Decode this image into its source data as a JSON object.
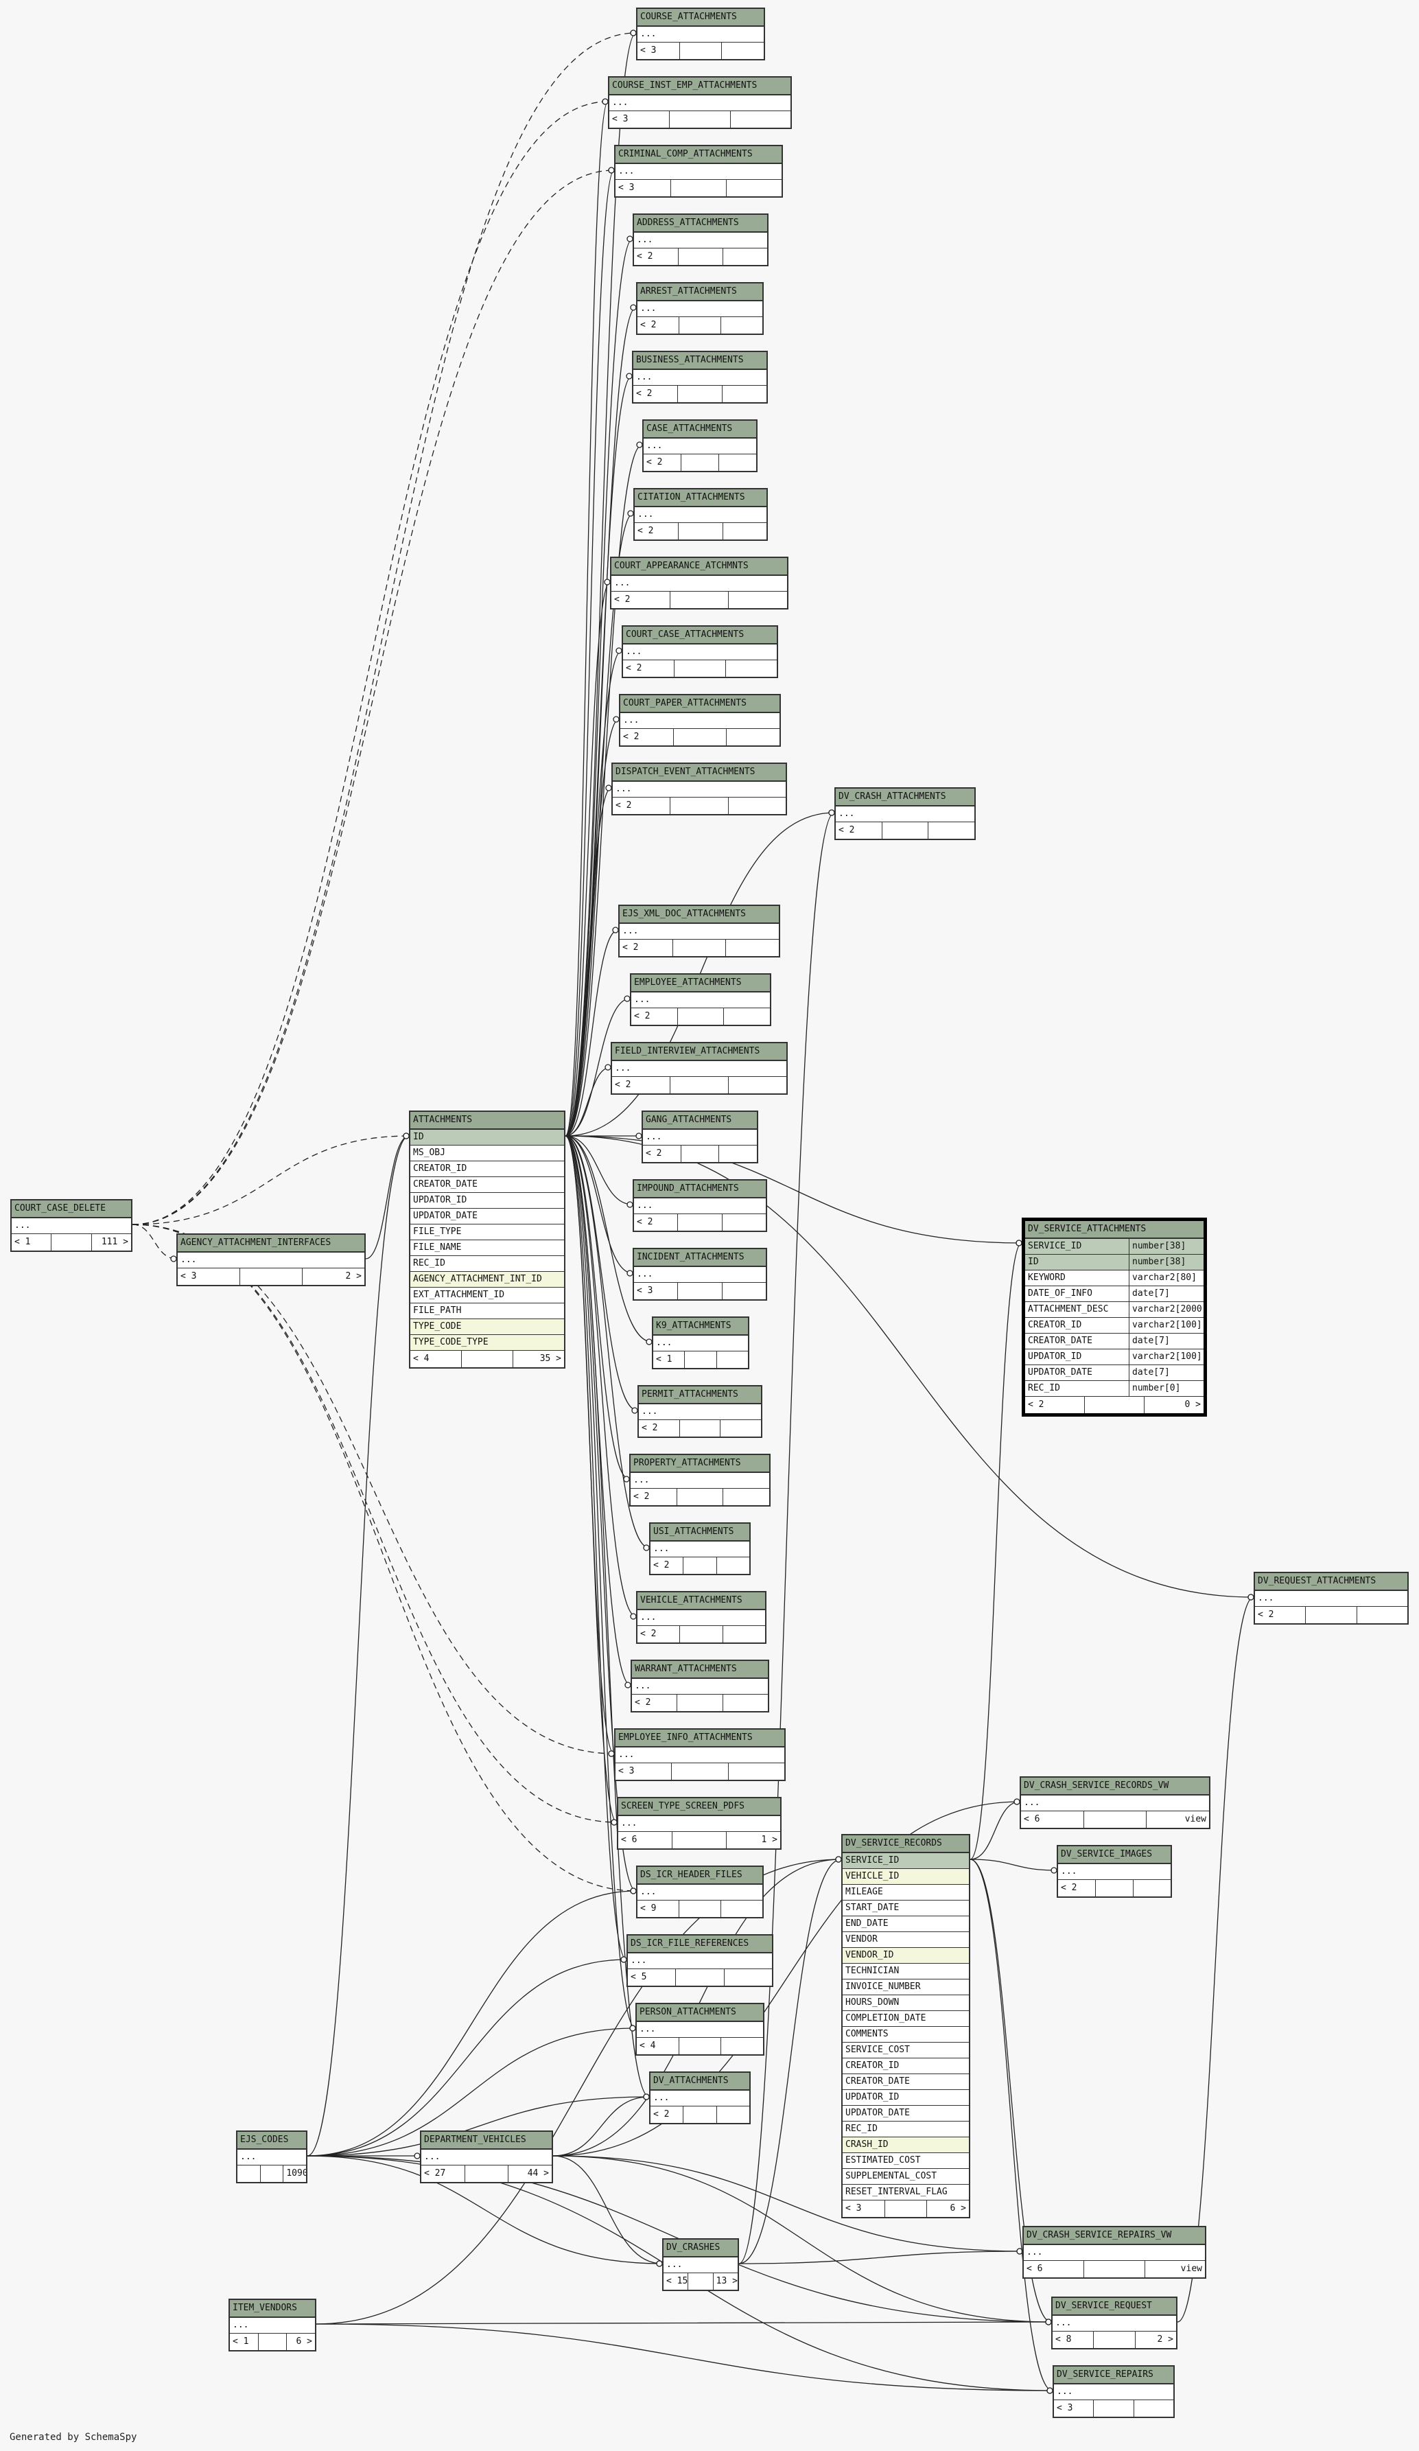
{
  "generated_by": "Generated by SchemaSpy",
  "tables": [
    {
      "name": "COURSE_ATTACHMENTS",
      "rows": [
        "..."
      ],
      "footer": [
        "< 3",
        "",
        ""
      ]
    },
    {
      "name": "COURSE_INST_EMP_ATTACHMENTS",
      "rows": [
        "..."
      ],
      "footer": [
        "< 3",
        "",
        ""
      ]
    },
    {
      "name": "CRIMINAL_COMP_ATTACHMENTS",
      "rows": [
        "..."
      ],
      "footer": [
        "< 3",
        "",
        ""
      ]
    },
    {
      "name": "ADDRESS_ATTACHMENTS",
      "rows": [
        "..."
      ],
      "footer": [
        "< 2",
        "",
        ""
      ]
    },
    {
      "name": "ARREST_ATTACHMENTS",
      "rows": [
        "..."
      ],
      "footer": [
        "< 2",
        "",
        ""
      ]
    },
    {
      "name": "BUSINESS_ATTACHMENTS",
      "rows": [
        "..."
      ],
      "footer": [
        "< 2",
        "",
        ""
      ]
    },
    {
      "name": "CASE_ATTACHMENTS",
      "rows": [
        "..."
      ],
      "footer": [
        "< 2",
        "",
        ""
      ]
    },
    {
      "name": "CITATION_ATTACHMENTS",
      "rows": [
        "..."
      ],
      "footer": [
        "< 2",
        "",
        ""
      ]
    },
    {
      "name": "COURT_APPEARANCE_ATCHMNTS",
      "rows": [
        "..."
      ],
      "footer": [
        "< 2",
        "",
        ""
      ]
    },
    {
      "name": "COURT_CASE_ATTACHMENTS",
      "rows": [
        "..."
      ],
      "footer": [
        "< 2",
        "",
        ""
      ]
    },
    {
      "name": "COURT_PAPER_ATTACHMENTS",
      "rows": [
        "..."
      ],
      "footer": [
        "< 2",
        "",
        ""
      ]
    },
    {
      "name": "DISPATCH_EVENT_ATTACHMENTS",
      "rows": [
        "..."
      ],
      "footer": [
        "< 2",
        "",
        ""
      ]
    },
    {
      "name": "DV_CRASH_ATTACHMENTS",
      "rows": [
        "..."
      ],
      "footer": [
        "< 2",
        "",
        ""
      ]
    },
    {
      "name": "EJS_XML_DOC_ATTACHMENTS",
      "rows": [
        "..."
      ],
      "footer": [
        "< 2",
        "",
        ""
      ]
    },
    {
      "name": "EMPLOYEE_ATTACHMENTS",
      "rows": [
        "..."
      ],
      "footer": [
        "< 2",
        "",
        ""
      ]
    },
    {
      "name": "FIELD_INTERVIEW_ATTACHMENTS",
      "rows": [
        "..."
      ],
      "footer": [
        "< 2",
        "",
        ""
      ]
    },
    {
      "name": "GANG_ATTACHMENTS",
      "rows": [
        "..."
      ],
      "footer": [
        "< 2",
        "",
        ""
      ]
    },
    {
      "name": "IMPOUND_ATTACHMENTS",
      "rows": [
        "..."
      ],
      "footer": [
        "< 2",
        "",
        ""
      ]
    },
    {
      "name": "INCIDENT_ATTACHMENTS",
      "rows": [
        "..."
      ],
      "footer": [
        "< 3",
        "",
        ""
      ]
    },
    {
      "name": "K9_ATTACHMENTS",
      "rows": [
        "..."
      ],
      "footer": [
        "< 1",
        "",
        ""
      ]
    },
    {
      "name": "PERMIT_ATTACHMENTS",
      "rows": [
        "..."
      ],
      "footer": [
        "< 2",
        "",
        ""
      ]
    },
    {
      "name": "PROPERTY_ATTACHMENTS",
      "rows": [
        "..."
      ],
      "footer": [
        "< 2",
        "",
        ""
      ]
    },
    {
      "name": "USI_ATTACHMENTS",
      "rows": [
        "..."
      ],
      "footer": [
        "< 2",
        "",
        ""
      ]
    },
    {
      "name": "VEHICLE_ATTACHMENTS",
      "rows": [
        "..."
      ],
      "footer": [
        "< 2",
        "",
        ""
      ]
    },
    {
      "name": "WARRANT_ATTACHMENTS",
      "rows": [
        "..."
      ],
      "footer": [
        "< 2",
        "",
        ""
      ]
    },
    {
      "name": "EMPLOYEE_INFO_ATTACHMENTS",
      "rows": [
        "..."
      ],
      "footer": [
        "< 3",
        "",
        ""
      ]
    },
    {
      "name": "SCREEN_TYPE_SCREEN_PDFS",
      "rows": [
        "..."
      ],
      "footer": [
        "< 6",
        "",
        "1 >"
      ]
    },
    {
      "name": "DS_ICR_HEADER_FILES",
      "rows": [
        "..."
      ],
      "footer": [
        "< 9",
        "",
        ""
      ]
    },
    {
      "name": "DS_ICR_FILE_REFERENCES",
      "rows": [
        "..."
      ],
      "footer": [
        "< 5",
        "",
        ""
      ]
    },
    {
      "name": "PERSON_ATTACHMENTS",
      "rows": [
        "..."
      ],
      "footer": [
        "< 4",
        "",
        ""
      ]
    },
    {
      "name": "DV_ATTACHMENTS",
      "rows": [
        "..."
      ],
      "footer": [
        "< 2",
        "",
        ""
      ]
    },
    {
      "name": "ATTACHMENTS",
      "rows": [
        {
          "t": "ID",
          "k": "pk"
        },
        {
          "t": "MS_OBJ"
        },
        {
          "t": "CREATOR_ID"
        },
        {
          "t": "CREATOR_DATE"
        },
        {
          "t": "UPDATOR_ID"
        },
        {
          "t": "UPDATOR_DATE"
        },
        {
          "t": "FILE_TYPE"
        },
        {
          "t": "FILE_NAME"
        },
        {
          "t": "REC_ID"
        },
        {
          "t": "AGENCY_ATTACHMENT_INT_ID",
          "k": "fk"
        },
        {
          "t": "EXT_ATTACHMENT_ID"
        },
        {
          "t": "FILE_PATH"
        },
        {
          "t": "TYPE_CODE",
          "k": "fk"
        },
        {
          "t": "TYPE_CODE_TYPE",
          "k": "fk"
        }
      ],
      "footer": [
        "< 4",
        "",
        "35 >"
      ]
    },
    {
      "name": "COURT_CASE_DELETE",
      "rows": [
        "..."
      ],
      "footer": [
        "< 1",
        "",
        "111 >"
      ]
    },
    {
      "name": "AGENCY_ATTACHMENT_INTERFACES",
      "rows": [
        "..."
      ],
      "footer": [
        "< 3",
        "",
        "2 >"
      ]
    },
    {
      "name": "DV_SERVICE_ATTACHMENTS",
      "rows": [
        {
          "t": "SERVICE_ID",
          "k": "pk",
          "d": "number[38]"
        },
        {
          "t": "ID",
          "k": "pk",
          "d": "number[38]"
        },
        {
          "t": "KEYWORD",
          "d": "varchar2[80]"
        },
        {
          "t": "DATE_OF_INFO",
          "d": "date[7]"
        },
        {
          "t": "ATTACHMENT_DESC",
          "d": "varchar2[2000]"
        },
        {
          "t": "CREATOR_ID",
          "d": "varchar2[100]"
        },
        {
          "t": "CREATOR_DATE",
          "d": "date[7]"
        },
        {
          "t": "UPDATOR_ID",
          "d": "varchar2[100]"
        },
        {
          "t": "UPDATOR_DATE",
          "d": "date[7]"
        },
        {
          "t": "REC_ID",
          "d": "number[0]"
        }
      ],
      "footer": [
        "< 2",
        "",
        "0 >"
      ]
    },
    {
      "name": "DV_REQUEST_ATTACHMENTS",
      "rows": [
        "..."
      ],
      "footer": [
        "< 2",
        "",
        ""
      ]
    },
    {
      "name": "DV_CRASH_SERVICE_RECORDS_VW",
      "rows": [
        "..."
      ],
      "footer": [
        "< 6",
        "",
        "view"
      ]
    },
    {
      "name": "DV_SERVICE_IMAGES",
      "rows": [
        "..."
      ],
      "footer": [
        "< 2",
        "",
        ""
      ]
    },
    {
      "name": "DV_SERVICE_RECORDS",
      "rows": [
        {
          "t": "SERVICE_ID",
          "k": "pk"
        },
        {
          "t": "VEHICLE_ID",
          "k": "fk"
        },
        {
          "t": "MILEAGE"
        },
        {
          "t": "START_DATE"
        },
        {
          "t": "END_DATE"
        },
        {
          "t": "VENDOR"
        },
        {
          "t": "VENDOR_ID",
          "k": "fk"
        },
        {
          "t": "TECHNICIAN"
        },
        {
          "t": "INVOICE_NUMBER"
        },
        {
          "t": "HOURS_DOWN"
        },
        {
          "t": "COMPLETION_DATE"
        },
        {
          "t": "COMMENTS"
        },
        {
          "t": "SERVICE_COST"
        },
        {
          "t": "CREATOR_ID"
        },
        {
          "t": "CREATOR_DATE"
        },
        {
          "t": "UPDATOR_ID"
        },
        {
          "t": "UPDATOR_DATE"
        },
        {
          "t": "REC_ID"
        },
        {
          "t": "CRASH_ID",
          "k": "fk"
        },
        {
          "t": "ESTIMATED_COST"
        },
        {
          "t": "SUPPLEMENTAL_COST"
        },
        {
          "t": "RESET_INTERVAL_FLAG"
        }
      ],
      "footer": [
        "< 3",
        "",
        "6 >"
      ]
    },
    {
      "name": "EJS_CODES",
      "rows": [
        "..."
      ],
      "footer": [
        "",
        "",
        "1090 >"
      ]
    },
    {
      "name": "DEPARTMENT_VEHICLES",
      "rows": [
        "..."
      ],
      "footer": [
        "< 27",
        "",
        "44 >"
      ]
    },
    {
      "name": "DV_CRASHES",
      "rows": [
        "..."
      ],
      "footer": [
        "< 15",
        "",
        "13 >"
      ]
    },
    {
      "name": "DV_CRASH_SERVICE_REPAIRS_VW",
      "rows": [
        "..."
      ],
      "footer": [
        "< 6",
        "",
        "view"
      ]
    },
    {
      "name": "ITEM_VENDORS",
      "rows": [
        "..."
      ],
      "footer": [
        "< 1",
        "",
        "6 >"
      ]
    },
    {
      "name": "DV_SERVICE_REQUEST",
      "rows": [
        "..."
      ],
      "footer": [
        "< 8",
        "",
        "2 >"
      ]
    },
    {
      "name": "DV_SERVICE_REPAIRS",
      "rows": [
        "..."
      ],
      "footer": [
        "< 3",
        "",
        ""
      ]
    }
  ]
}
